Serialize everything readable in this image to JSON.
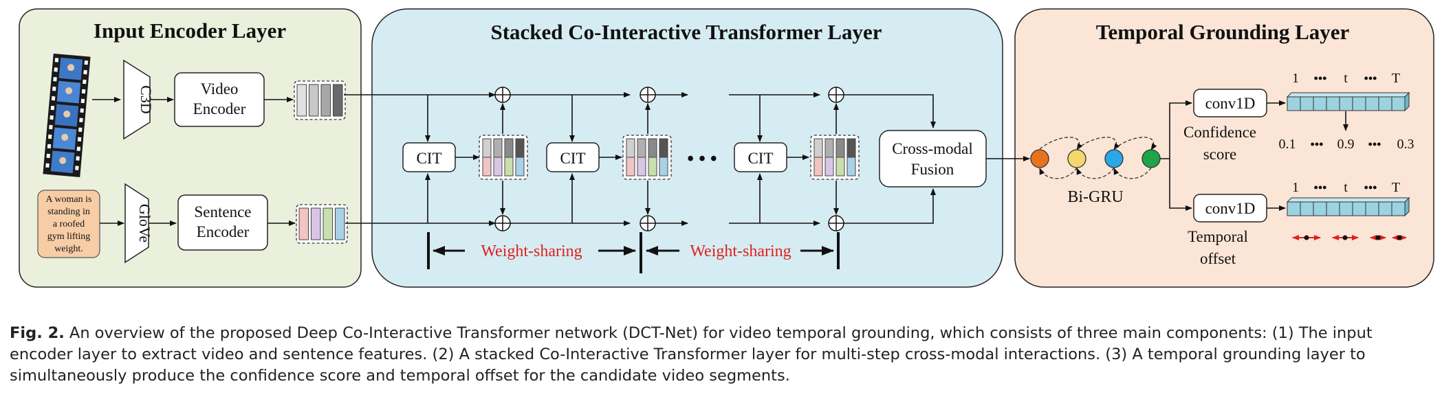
{
  "panels": {
    "input": {
      "title": "Input Encoder Layer",
      "fill": "#eaf0dc"
    },
    "stacked": {
      "title": "Stacked Co-Interactive Transformer Layer",
      "fill": "#d6ecf3"
    },
    "grounding": {
      "title": "Temporal Grounding Layer",
      "fill": "#fbe5d6"
    }
  },
  "input_layer": {
    "c3d": "C3D",
    "glove": "GloVe",
    "video_encoder": [
      "Video",
      "Encoder"
    ],
    "sentence_encoder": [
      "Sentence",
      "Encoder"
    ],
    "query_text": [
      "A woman is",
      "standing in",
      "a roofed",
      "gym lifting",
      "weight."
    ]
  },
  "stacked_layer": {
    "cit": "CIT",
    "dots": "• • •",
    "fusion": [
      "Cross-modal",
      "Fusion"
    ],
    "weight_sharing": "Weight-sharing"
  },
  "grounding_layer": {
    "bigru": "Bi-GRU",
    "conv": "conv1D",
    "confidence": [
      "Confidence",
      "score"
    ],
    "offset": [
      "Temporal",
      "offset"
    ],
    "axis_labels": [
      "1",
      "•••",
      "t",
      "•••",
      "T"
    ],
    "score_values": [
      "0.1",
      "•••",
      "0.9",
      "•••",
      "0.3"
    ]
  },
  "colors": {
    "gru_nodes": [
      "#e8731c",
      "#f5d76e",
      "#2aa7e6",
      "#1fa44a"
    ],
    "feature_video": [
      "#e0e0e0",
      "#c8c8c8",
      "#a8a8a8",
      "#6a6a6a"
    ],
    "feature_sentence": [
      "#f2c4c4",
      "#d9c6e6",
      "#c9dfae",
      "#a9d2e6"
    ],
    "cit_feature_top": [
      "#d0d0d0",
      "#b0b0b0",
      "#8a8a8a",
      "#555555"
    ],
    "cit_feature_bottom": [
      "#f2c4c4",
      "#d9c6e6",
      "#c9dfae",
      "#a9d2e6"
    ],
    "cell": "#9dd3e0",
    "accent_red": "#e0201c"
  },
  "caption": {
    "label": "Fig. 2.",
    "text": " An overview of the proposed Deep Co-Interactive Transformer network (DCT-Net) for video temporal grounding, which consists of three main components: (1) The input encoder layer to extract video and sentence features. (2) A stacked Co-Interactive Transformer layer for multi-step cross-modal interactions. (3) A temporal grounding layer to simultaneously produce the confidence score and temporal offset for the candidate video segments."
  }
}
